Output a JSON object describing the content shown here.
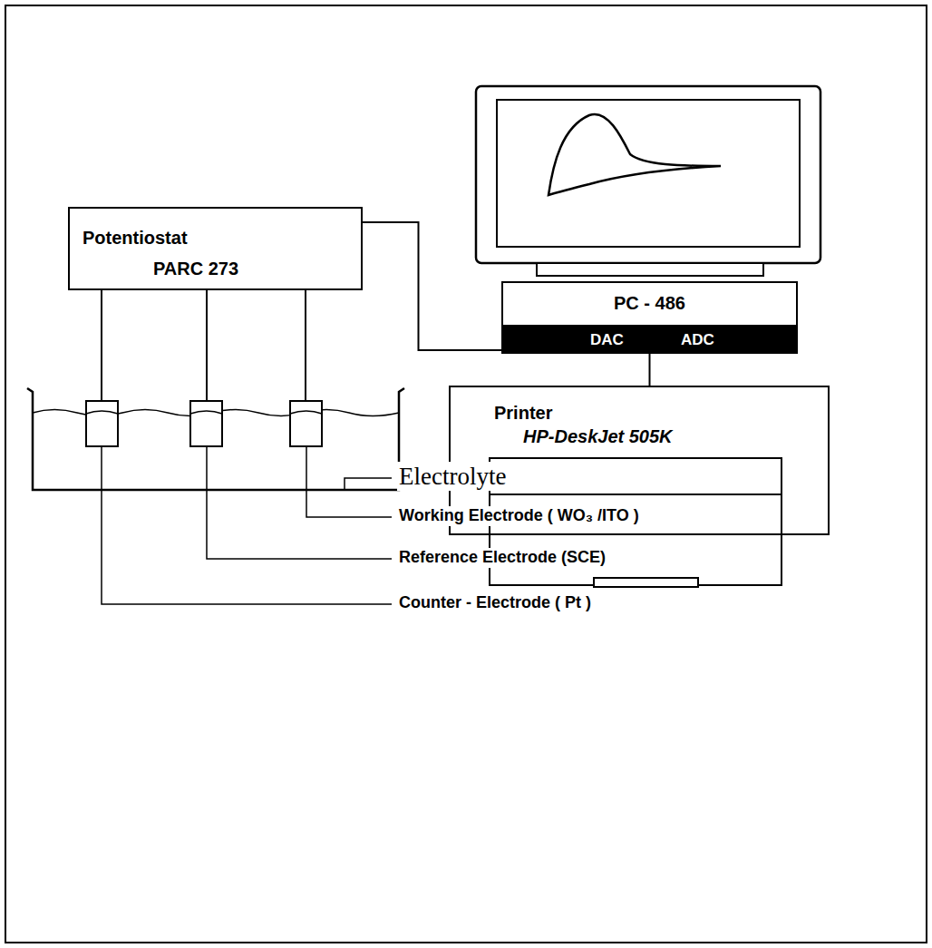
{
  "diagram": {
    "nodes": [
      {
        "text": [
          "Potentiostat",
          "PARC 273"
        ]
      },
      {
        "text": [
          "PC - 486",
          "DAC",
          "ADC"
        ]
      },
      {
        "text": [
          "Printer",
          "HP-DeskJet 505K"
        ]
      }
    ],
    "edges": [
      {
        "from": 0,
        "to": 1,
        "arrow": "none"
      },
      {
        "from": 1,
        "to": 2,
        "arrow": "none"
      }
    ],
    "labels": [
      "Electrolyte",
      "Working Electrode ( WO₃ /ITO )",
      "Reference Electrode (SCE)",
      "Counter - Electrode ( Pt )"
    ]
  }
}
